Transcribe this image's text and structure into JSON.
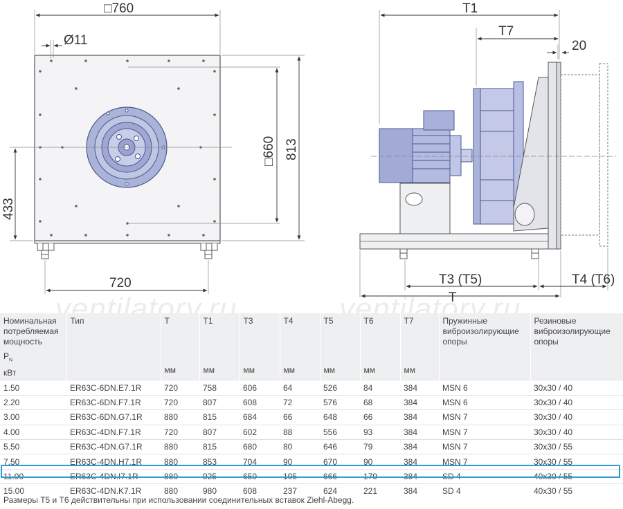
{
  "front_view": {
    "width_label": "□760",
    "hole_label": "Ø11",
    "inner_label": "□660",
    "height_label": "813",
    "axis_height_label": "433",
    "feet_label": "720"
  },
  "side_view": {
    "t1_label": "T1",
    "t7_label": "T7",
    "flange_label": "20",
    "t3_label": "T3 (T5)",
    "t_label": "T",
    "t4_label": "T4 (T6)"
  },
  "watermark": [
    "ventilatory.ru",
    "ventilatory.ru"
  ],
  "table": {
    "headers": [
      {
        "text": "Номинальная потребляемая мощность",
        "sub": "P",
        "subscript": "N",
        "unit": "кВт"
      },
      {
        "text": "Тип",
        "unit": ""
      },
      {
        "text": "T",
        "unit": "мм"
      },
      {
        "text": "T1",
        "unit": "мм"
      },
      {
        "text": "T3",
        "unit": "мм"
      },
      {
        "text": "T4",
        "unit": "мм"
      },
      {
        "text": "T5",
        "unit": "мм"
      },
      {
        "text": "T6",
        "unit": "мм"
      },
      {
        "text": "T7",
        "unit": "мм"
      },
      {
        "text": "Пружинные виброизолирующие опоры",
        "unit": ""
      },
      {
        "text": "Резиновые виброизолирующие опоры",
        "unit": ""
      }
    ],
    "rows": [
      [
        "1.50",
        "ER63C-6DN.E7.1R",
        "720",
        "758",
        "606",
        "64",
        "526",
        "84",
        "384",
        "MSN 6",
        "30x30 / 40"
      ],
      [
        "2.20",
        "ER63C-6DN.F7.1R",
        "720",
        "807",
        "608",
        "72",
        "576",
        "68",
        "384",
        "MSN 6",
        "30x30 / 40"
      ],
      [
        "3.00",
        "ER63C-6DN.G7.1R",
        "880",
        "815",
        "684",
        "66",
        "648",
        "66",
        "384",
        "MSN 7",
        "30x30 / 40"
      ],
      [
        "4.00",
        "ER63C-4DN.F7.1R",
        "720",
        "807",
        "602",
        "88",
        "556",
        "93",
        "384",
        "MSN 7",
        "30x30 / 40"
      ],
      [
        "5.50",
        "ER63C-4DN.G7.1R",
        "880",
        "815",
        "680",
        "80",
        "646",
        "79",
        "384",
        "MSN 7",
        "30x30 / 55"
      ],
      [
        "7.50",
        "ER63C-4DN.H7.1R",
        "880",
        "853",
        "704",
        "90",
        "670",
        "90",
        "384",
        "MSN 7",
        "30x30 / 55"
      ],
      [
        "11.00",
        "ER63C-4DN.I7.1R",
        "880",
        "925",
        "650",
        "195",
        "666",
        "179",
        "384",
        "SD 4",
        "40x30 / 55"
      ],
      [
        "15.00",
        "ER63C-4DN.K7.1R",
        "880",
        "980",
        "608",
        "237",
        "624",
        "221",
        "384",
        "SD 4",
        "40x30 / 55"
      ]
    ],
    "highlight_color": "#2e9bd6"
  },
  "footnote": "Размеры T5 и T6 действительны при использовании соединительных вставок Ziehl-Abegg."
}
